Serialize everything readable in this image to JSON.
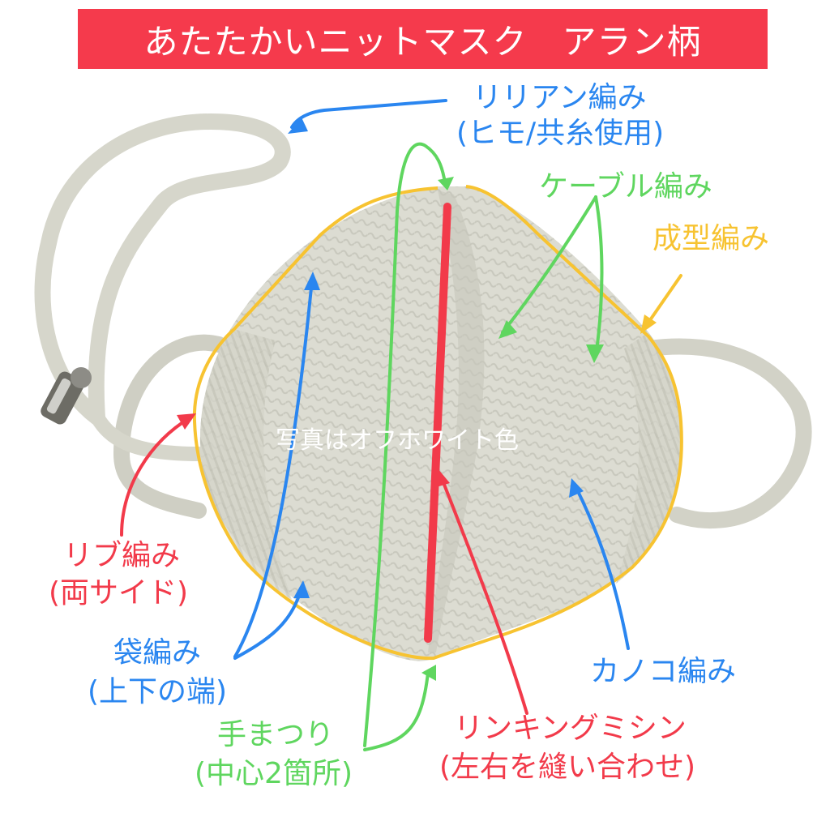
{
  "title": "あたたかいニットマスク　アラン柄",
  "photo_note": "写真はオフホワイト色",
  "labels": {
    "lilian": [
      "リリアン編み",
      "(ヒモ/共糸使用)"
    ],
    "cable": [
      "ケーブル編み"
    ],
    "shaped": [
      "成型編み"
    ],
    "rib": [
      "リブ編み",
      "(両サイド)"
    ],
    "tubular": [
      "袋編み",
      "(上下の端)"
    ],
    "handsewn": [
      "手まつり",
      "(中心2箇所)"
    ],
    "linking": [
      "リンキングミシン",
      "(左右を縫い合わせ)"
    ],
    "moss": [
      "カノコ編み"
    ]
  },
  "colors": {
    "banner": "#f53a4c",
    "red": "#f23a4a",
    "blue": "#2a86f0",
    "green": "#5fd65f",
    "yellow": "#f7c331",
    "mask": "#d9d9cf",
    "cord": "#dcdcd2"
  }
}
